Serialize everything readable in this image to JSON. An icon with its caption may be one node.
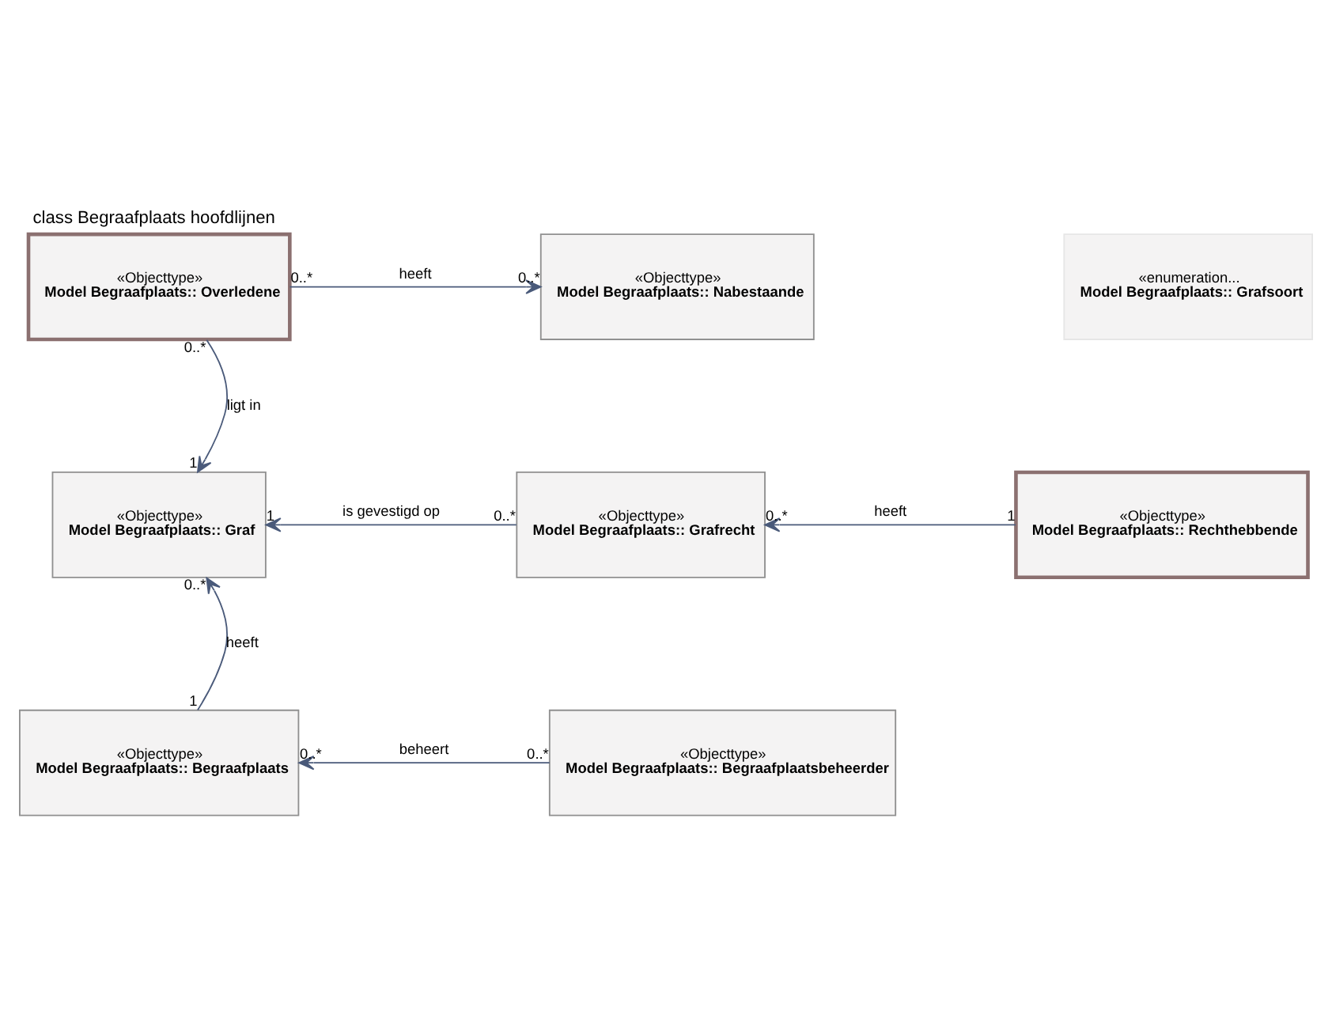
{
  "diagram": {
    "title": "class Begraafplaats hoofdlijnen",
    "nodes": [
      {
        "text": [
          "«Objecttype»",
          "Model Begraafplaats:: Overledene"
        ]
      },
      {
        "text": [
          "«Objecttype»",
          "Model Begraafplaats:: Nabestaande"
        ]
      },
      {
        "text": [
          "«enumeration...",
          "Model Begraafplaats:: Grafsoort"
        ]
      },
      {
        "text": [
          "«Objecttype»",
          "Model Begraafplaats:: Graf"
        ]
      },
      {
        "text": [
          "«Objecttype»",
          "Model Begraafplaats:: Grafrecht"
        ]
      },
      {
        "text": [
          "«Objecttype»",
          "Model Begraafplaats:: Rechthebbende"
        ]
      },
      {
        "text": [
          "«Objecttype»",
          "Model Begraafplaats:: Begraafplaats"
        ]
      },
      {
        "text": [
          "«Objecttype»",
          "Model Begraafplaats:: Begraafplaatsbeheerder"
        ]
      }
    ],
    "edges": [
      {
        "from": 0,
        "to": 1,
        "arrow": "to",
        "label": "heeft"
      },
      {
        "from": 0,
        "to": 3,
        "arrow": "to",
        "label": "ligt in"
      },
      {
        "from": 4,
        "to": 3,
        "arrow": "to",
        "label": "is gevestigd op"
      },
      {
        "from": 5,
        "to": 4,
        "arrow": "to",
        "label": "heeft"
      },
      {
        "from": 6,
        "to": 3,
        "arrow": "to",
        "label": "heeft"
      },
      {
        "from": 7,
        "to": 6,
        "arrow": "to",
        "label": "beheert"
      }
    ],
    "labels": [
      "0..*",
      "0..*",
      "0..*",
      "1",
      "1",
      "0..*",
      "0..*",
      "1",
      "0..*",
      "1",
      "0..*",
      "0..*"
    ]
  }
}
